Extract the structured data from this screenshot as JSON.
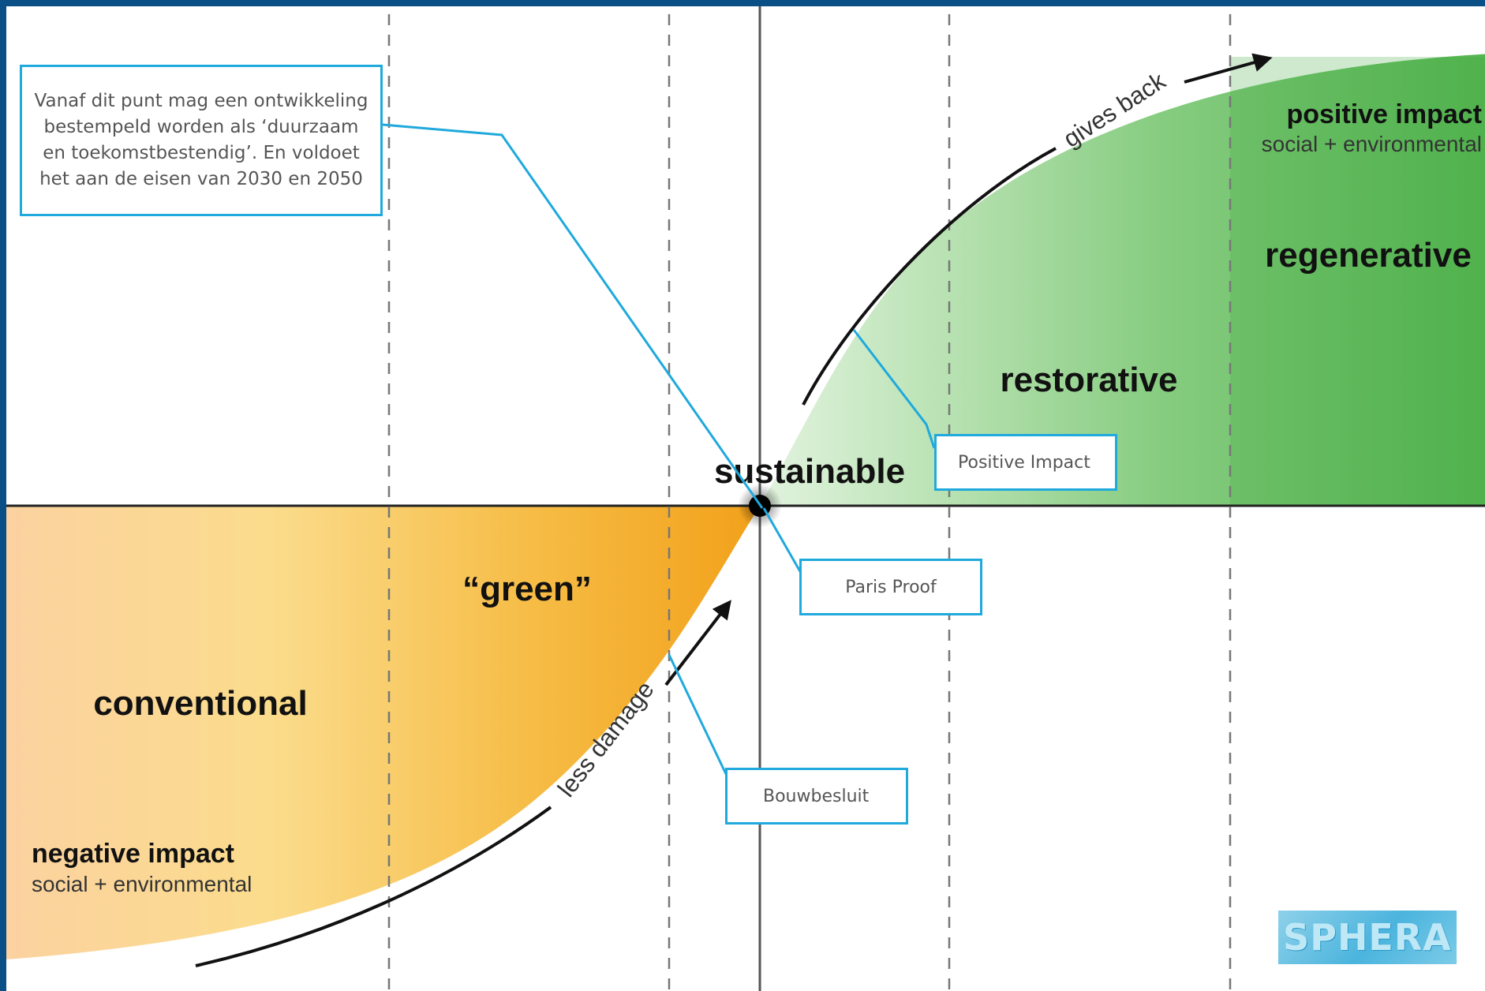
{
  "labels": {
    "sustainable": "sustainable",
    "restorative": "restorative",
    "regenerative": "regenerative",
    "green": "“green”",
    "conventional": "conventional",
    "positive_impact": "positive impact",
    "positive_sub": "social + environmental",
    "negative_impact": "negative impact",
    "negative_sub": "social + environmental",
    "gives_back": "gives back",
    "less_damage": "less damage"
  },
  "callouts": {
    "main": "Vanaf dit punt mag een ontwikkeling bestempeld worden als ‘duurzaam en toekomstbestendig’. En voldoet het aan de eisen van 2030 en 2050",
    "positive_impact": "Positive Impact",
    "paris_proof": "Paris Proof",
    "bouwbesluit": "Bouwbesluit"
  },
  "logo": "SPHERA",
  "colors": {
    "frame": "#0a4f86",
    "callout_border": "#1fa9dc",
    "green_dark": "#4fb34f",
    "green_light": "#c9e9c5",
    "orange_dark": "#f2a21d",
    "orange_light": "#fde9b8"
  }
}
